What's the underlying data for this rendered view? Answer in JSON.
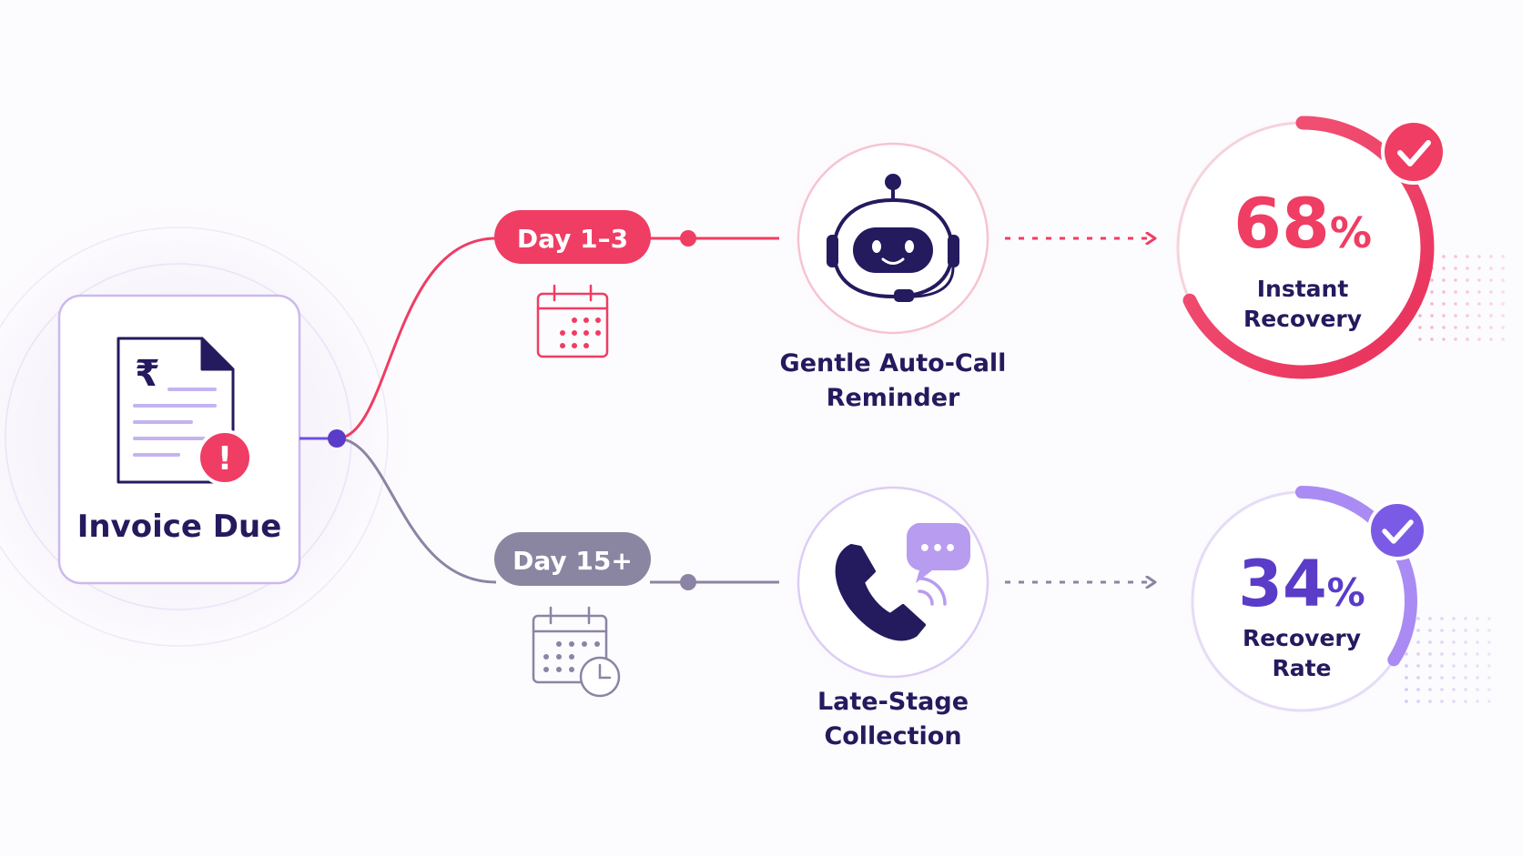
{
  "start": {
    "label": "Invoice Due",
    "currency_symbol": "₹",
    "icon": "invoice-document-icon",
    "alert_mark": "!",
    "alert_icon": "alert-badge-icon"
  },
  "paths": [
    {
      "day_label": "Day 1–3",
      "day_icon": "calendar-icon",
      "stage_label_line1": "Gentle Auto-Call",
      "stage_label_line2": "Reminder",
      "stage_icon": "robot-headset-icon",
      "result_value": "68",
      "result_unit": "%",
      "result_label_line1": "Instant",
      "result_label_line2": "Recovery",
      "result_fraction": 0.68,
      "check_icon": "check-badge-icon"
    },
    {
      "day_label": "Day 15+",
      "day_icon": "calendar-clock-icon",
      "stage_label_line1": "Late-Stage",
      "stage_label_line2": "Collection",
      "stage_icon": "phone-chat-icon",
      "chat_dots": "•••",
      "result_value": "34",
      "result_unit": "%",
      "result_label_line1": "Recovery",
      "result_label_line2": "Rate",
      "result_fraction": 0.34,
      "check_icon": "check-badge-icon"
    }
  ],
  "colors": {
    "accent_red": "#ef3d63",
    "accent_purple": "#9d7ef2",
    "deep_purple": "#5a3cc8",
    "navy": "#241a5e",
    "gray_path": "#8b84a4",
    "gray_pill": "#8a85a1",
    "start_border": "#cbb9ef"
  }
}
